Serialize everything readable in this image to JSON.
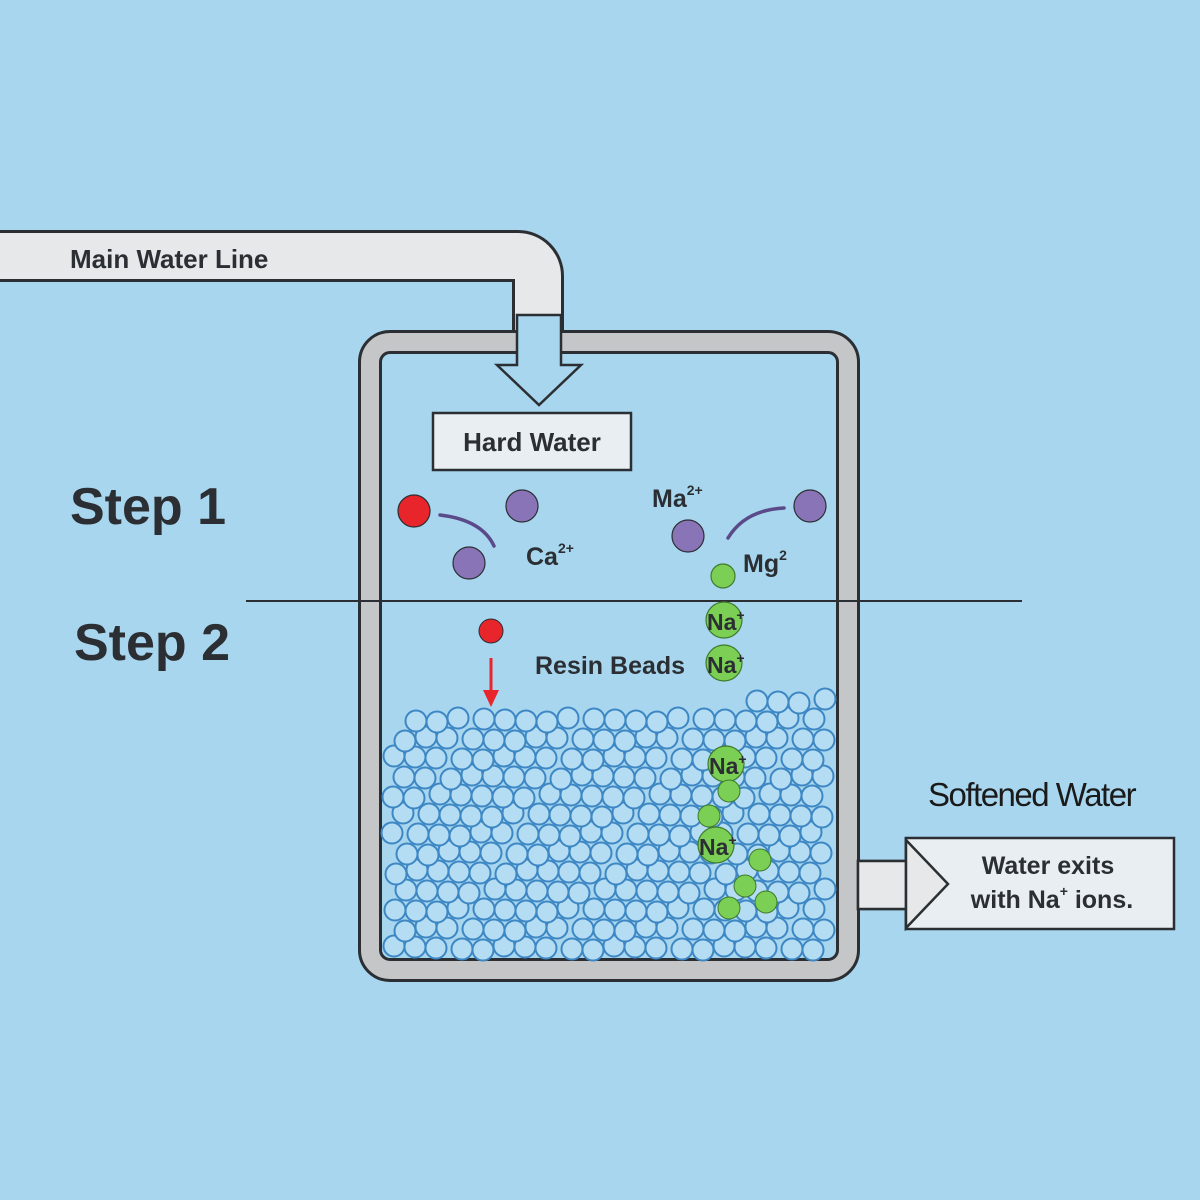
{
  "diagram": {
    "pipe_label": "Main Water Line",
    "hard_water_label": "Hard Water",
    "step1_label": "Step 1",
    "step2_label": "Step 2",
    "ion_labels": {
      "ca_base": "Ca",
      "ca_charge": "2+",
      "ma_base": "Ma",
      "ma_charge": "2+",
      "mg_base": "Mg",
      "mg_charge": "2",
      "na_base": "Na",
      "na_charge": "+"
    },
    "resin_label": "Resin Beads",
    "softened_label": "Softened Water",
    "exit_line1": "Water exits",
    "exit_line2_a": "with Na",
    "exit_line2_sup": "+",
    "exit_line2_b": " ions."
  },
  "colors": {
    "background": "#a8d6ee",
    "pipe_fill": "#e6e8ea",
    "tank_wall": "#c4c6c8",
    "outline": "#2b2f33",
    "resin_bead": "#3d87c4",
    "calcium_ion": "#e8252b",
    "magnesium_ion": "#8a74b8",
    "sodium_ion": "#7ccf55"
  }
}
